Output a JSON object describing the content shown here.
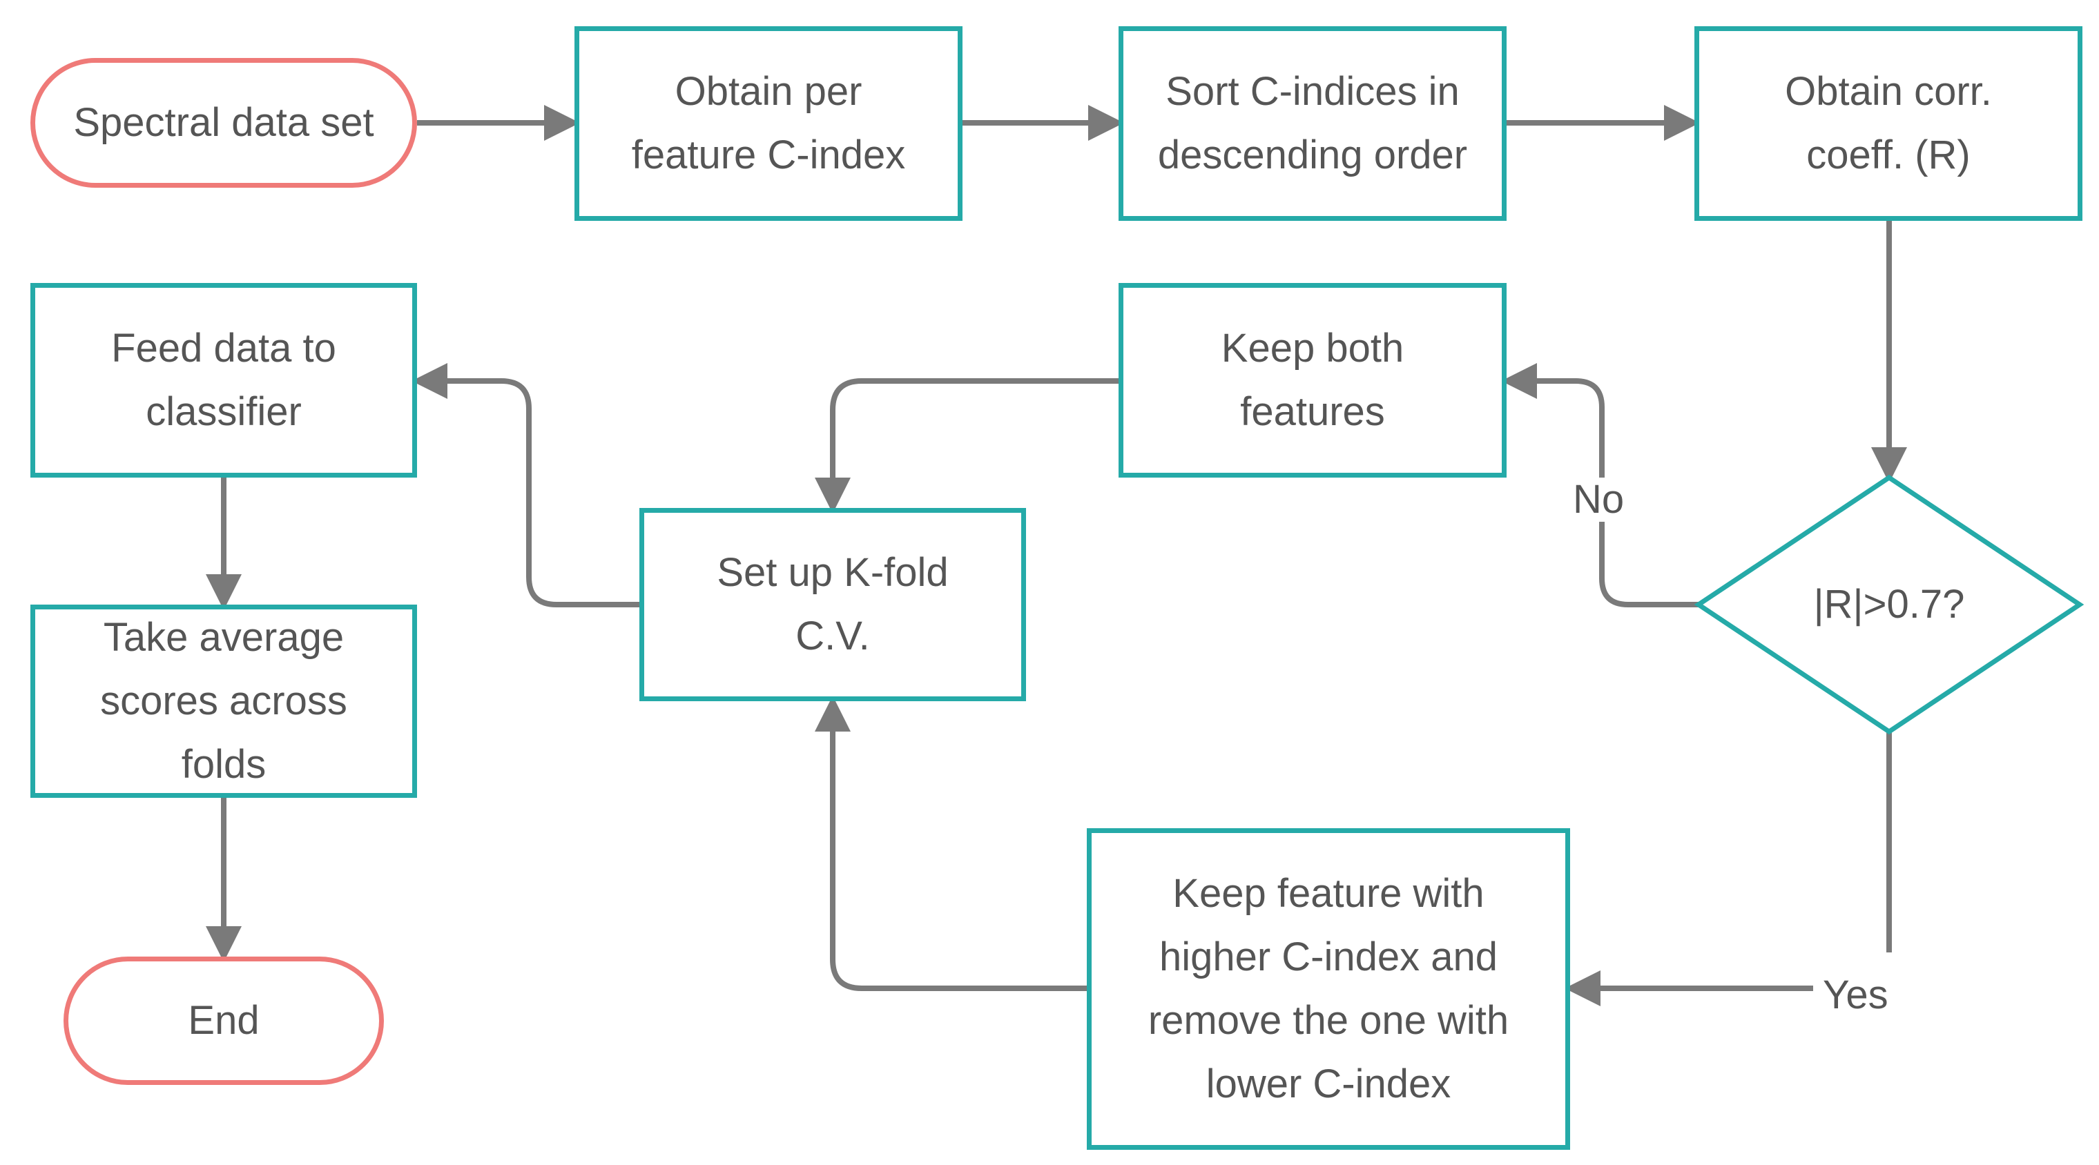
{
  "colors": {
    "process_border": "#25aaa8",
    "terminal_border": "#ef7a78",
    "connector": "#7a7a7a",
    "text": "#555555"
  },
  "nodes": {
    "spectral": {
      "label": "Spectral data set",
      "shape": "terminal"
    },
    "c_index": {
      "label": "Obtain per\nfeature C-index",
      "shape": "process"
    },
    "sort": {
      "label": "Sort C-indices in\ndescending order",
      "shape": "process"
    },
    "corr": {
      "label": "Obtain corr.\ncoeff. (R)",
      "shape": "process"
    },
    "decision": {
      "label": "|R|>0.7?",
      "shape": "decision"
    },
    "keep_both": {
      "label": "Keep both\nfeatures",
      "shape": "process"
    },
    "keep_higher": {
      "label": "Keep feature with\nhigher C-index and\nremove the one with\nlower C-index",
      "shape": "process"
    },
    "kfold": {
      "label": "Set up K-fold\nC.V.",
      "shape": "process"
    },
    "feed": {
      "label": "Feed data to\nclassifier",
      "shape": "process"
    },
    "average": {
      "label": "Take average\nscores across\nfolds",
      "shape": "process"
    },
    "end": {
      "label": "End",
      "shape": "terminal"
    }
  },
  "edges": [
    {
      "from": "spectral",
      "to": "c_index"
    },
    {
      "from": "c_index",
      "to": "sort"
    },
    {
      "from": "sort",
      "to": "corr"
    },
    {
      "from": "corr",
      "to": "decision"
    },
    {
      "from": "decision",
      "to": "keep_both",
      "label": "No"
    },
    {
      "from": "decision",
      "to": "keep_higher",
      "label": "Yes"
    },
    {
      "from": "keep_both",
      "to": "kfold"
    },
    {
      "from": "keep_higher",
      "to": "kfold"
    },
    {
      "from": "kfold",
      "to": "feed"
    },
    {
      "from": "feed",
      "to": "average"
    },
    {
      "from": "average",
      "to": "end"
    }
  ],
  "edge_labels": {
    "no": "No",
    "yes": "Yes"
  }
}
